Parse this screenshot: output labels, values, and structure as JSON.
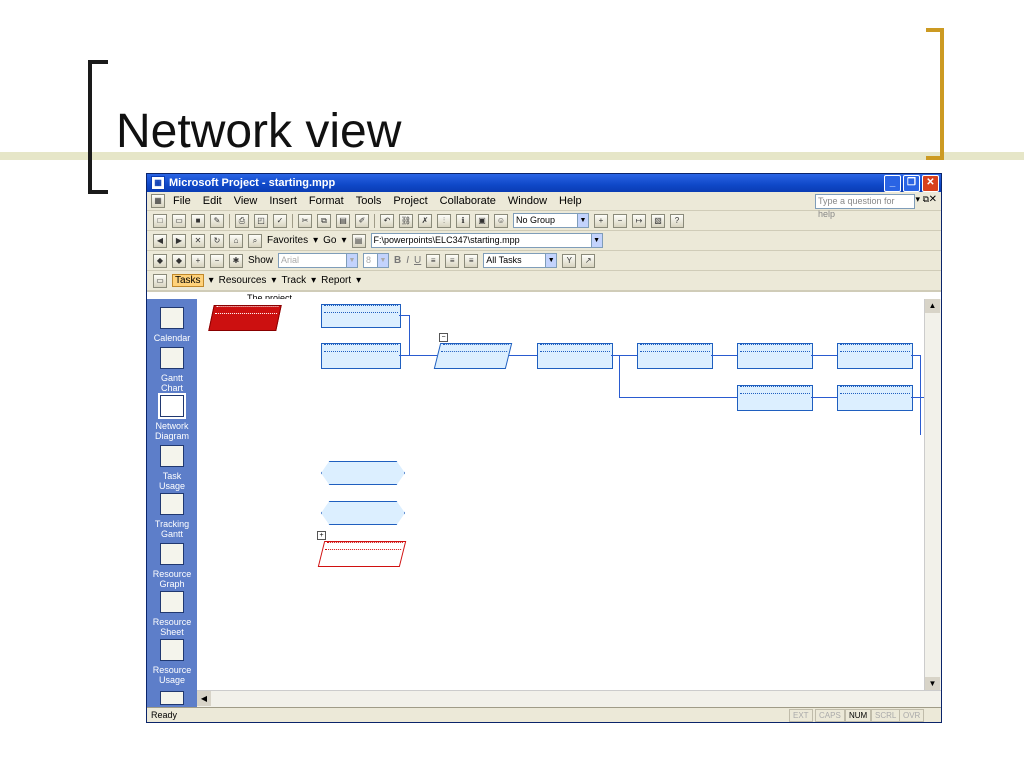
{
  "slide": {
    "title": "Network view"
  },
  "window": {
    "title": "Microsoft Project - starting.mpp",
    "menu": [
      "File",
      "Edit",
      "View",
      "Insert",
      "Format",
      "Tools",
      "Project",
      "Collaborate",
      "Window",
      "Help"
    ],
    "help_placeholder": "Type a question for help",
    "toolbar1": {
      "group_value": "No Group"
    },
    "toolbar2": {
      "favorites": "Favorites",
      "go": "Go",
      "path": "F:\\powerpoints\\ELC347\\starting.mpp"
    },
    "toolbar3": {
      "show": "Show",
      "font": "Arial",
      "size": "8",
      "bold": "B",
      "italic": "I",
      "underline": "U",
      "filter": "All Tasks"
    },
    "toolbar4": {
      "tasks": "Tasks",
      "resources": "Resources",
      "track": "Track",
      "report": "Report"
    },
    "entry_value": "The project",
    "viewbar": [
      {
        "label": "Calendar"
      },
      {
        "label": "Gantt Chart"
      },
      {
        "label": "Network Diagram"
      },
      {
        "label": "Task Usage"
      },
      {
        "label": "Tracking Gantt"
      },
      {
        "label": "Resource Graph"
      },
      {
        "label": "Resource Sheet"
      },
      {
        "label": "Resource Usage"
      }
    ],
    "status": {
      "ready": "Ready",
      "ext": "EXT",
      "caps": "CAPS",
      "num": "NUM",
      "scrl": "SCRL",
      "ovr": "OVR"
    }
  },
  "colors": {
    "title_bar": "#0f48c8",
    "viewbar": "#5d7ec9",
    "node_fill": "#dcefff",
    "node_border": "#1f5fbf",
    "critical": "#d01010",
    "bracket_gold": "#cc9a22"
  }
}
